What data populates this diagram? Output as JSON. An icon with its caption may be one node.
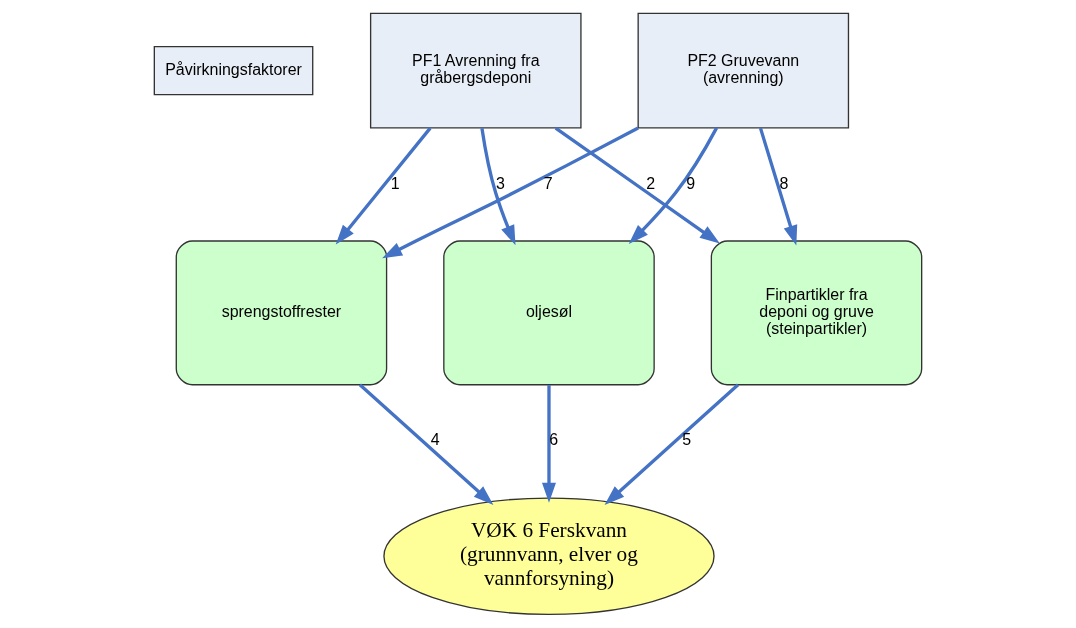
{
  "diagram": {
    "nodes": [
      {
        "text": [
          "Påvirkningsfaktorer"
        ]
      },
      {
        "text": [
          "PF1 Avrenning fra gråbergsdeponi"
        ]
      },
      {
        "text": [
          "PF2 Gruvevann (avrenning)"
        ]
      },
      {
        "text": [
          "VØK 6 Ferskvann (grunnvann, elver og vannforsyning)"
        ]
      },
      {
        "text": [
          "sprengstoffrester"
        ]
      },
      {
        "text": [
          "Finpartikler fra deponi og gruve (steinpartikler)"
        ]
      },
      {
        "text": [
          "oljesøl"
        ]
      }
    ],
    "edges": [
      {
        "from": 1,
        "to": 4,
        "arrow": "to",
        "label": "1"
      },
      {
        "from": 1,
        "to": 5,
        "arrow": "to",
        "label": "2"
      },
      {
        "from": 1,
        "to": 6,
        "arrow": "to",
        "label": "3"
      },
      {
        "from": 4,
        "to": 3,
        "arrow": "to",
        "label": "4"
      },
      {
        "from": 5,
        "to": 3,
        "arrow": "to",
        "label": "5"
      },
      {
        "from": 6,
        "to": 3,
        "arrow": "to",
        "label": "6"
      },
      {
        "from": 2,
        "to": 4,
        "arrow": "to",
        "label": "7"
      },
      {
        "from": 2,
        "to": 5,
        "arrow": "to",
        "label": "8"
      },
      {
        "from": 2,
        "to": 6,
        "arrow": "to",
        "label": "9"
      }
    ]
  }
}
